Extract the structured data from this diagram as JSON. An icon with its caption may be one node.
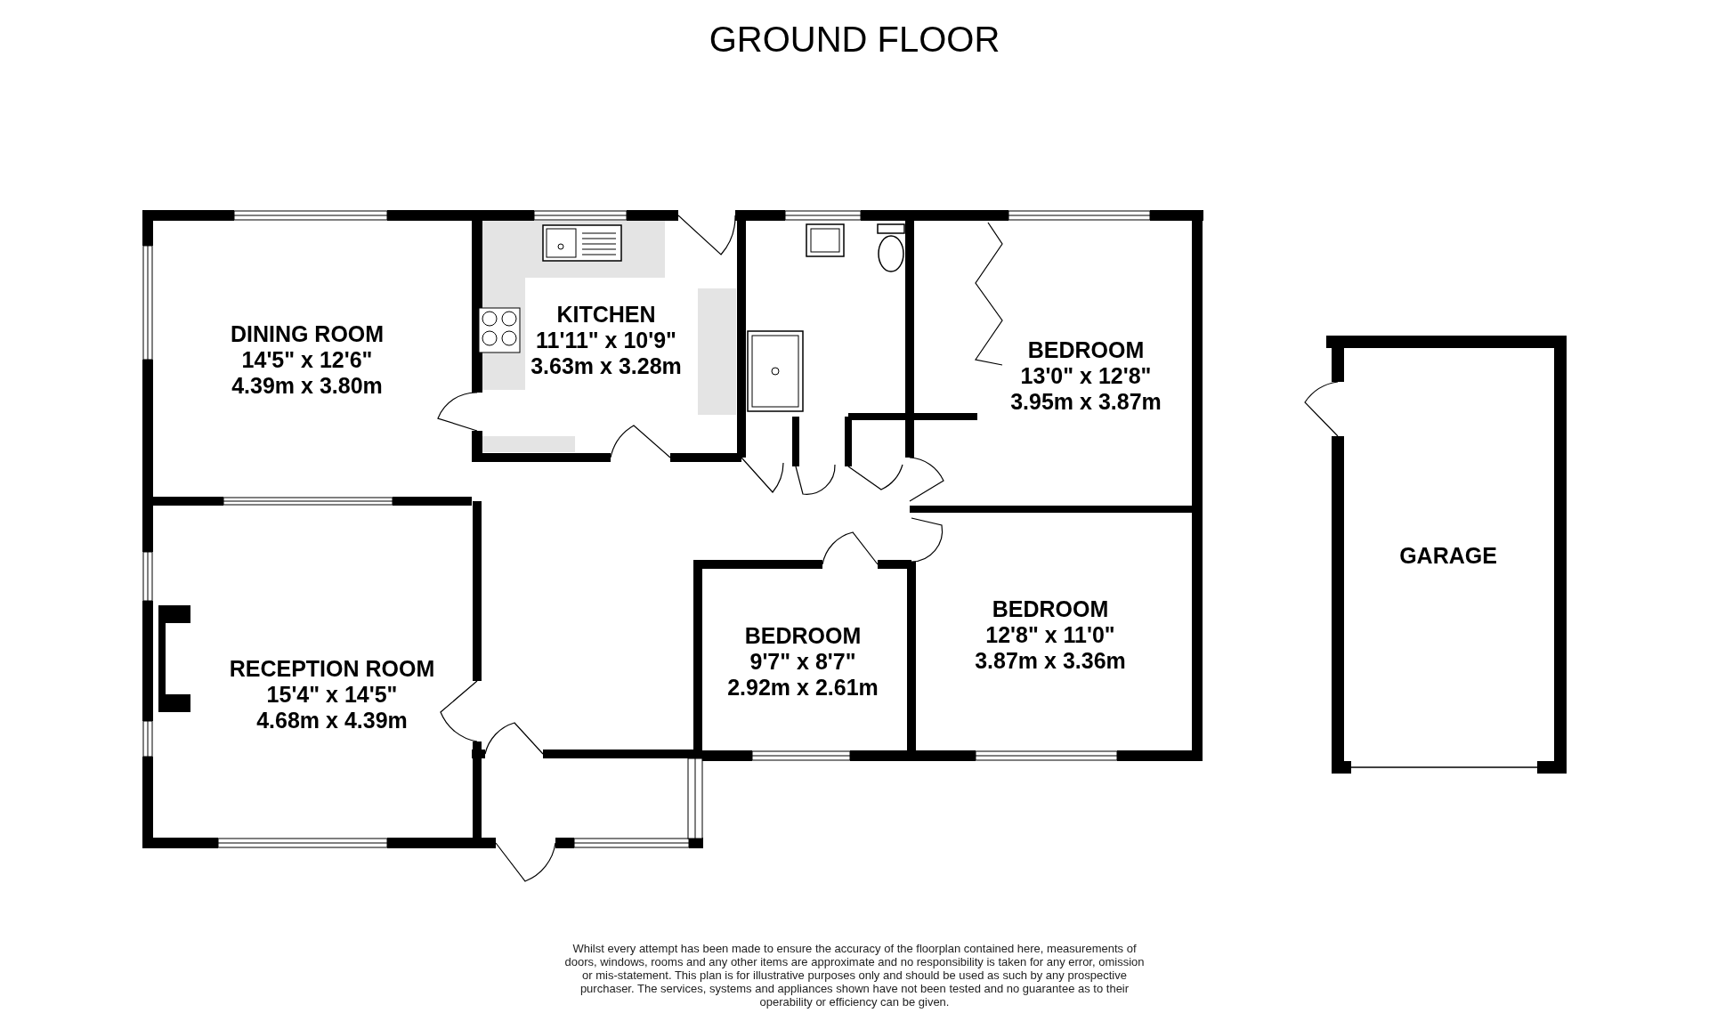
{
  "diagram": {
    "title": "GROUND FLOOR",
    "nodes": [
      {
        "text": [
          "DINING ROOM",
          "14'5\" x 12'6\"",
          "4.39m x 3.80m"
        ]
      },
      {
        "text": [
          "KITCHEN",
          "11'11\" x 10'9\"",
          "3.63m x 3.28m"
        ]
      },
      {
        "text": [
          "BEDROOM",
          "13'0\" x 12'8\"",
          "3.95m x 3.87m"
        ]
      },
      {
        "text": [
          "RECEPTION ROOM",
          "15'4\" x 14'5\"",
          "4.68m x 4.39m"
        ]
      },
      {
        "text": [
          "BEDROOM",
          "9'7\" x 8'7\"",
          "2.92m x 2.61m"
        ]
      },
      {
        "text": [
          "BEDROOM",
          "12'8\" x 11'0\"",
          "3.87m x 3.36m"
        ]
      },
      {
        "text": [
          "GARAGE"
        ]
      }
    ],
    "labels": [
      "Whilst every attempt has been made to ensure the accuracy of the floorplan contained here, measurements of doors, windows, rooms and any other items are approximate and no responsibility is taken for any error, omission or mis-statement. This plan is for illustrative purposes only and should be used as such by any prospective purchaser. The services, systems and appliances shown have not been tested and no guarantee as to their operability or efficiency can be given."
    ]
  }
}
